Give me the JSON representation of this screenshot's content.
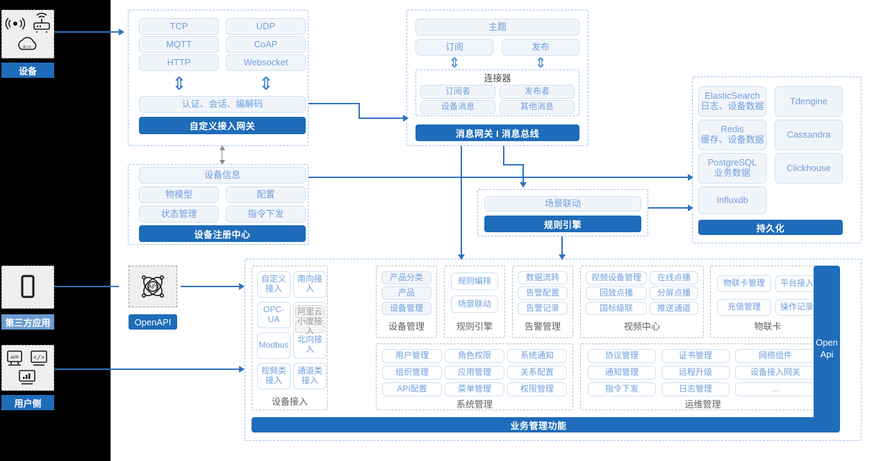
{
  "theme": {
    "primary": "#1f6cba",
    "accent_light": "#6b9bd2",
    "box_text": "#6f9ede",
    "caption": "#5f5f5f"
  },
  "left_rail": {
    "items": [
      {
        "label": "设备",
        "icons": [
          "wifi-signal-icon",
          "router-icon",
          "cloud-icon"
        ],
        "style": "solid"
      },
      {
        "label": "第三方应用",
        "icons": [
          "mobile-phone-icon"
        ],
        "style": "light"
      },
      {
        "label": "用户侧",
        "icons": [
          "app-window-icon",
          "code-window-icon",
          "dashboard-window-icon"
        ],
        "style": "solid"
      }
    ]
  },
  "openapi": {
    "icon": "api-network-icon",
    "label": "OpenAPI"
  },
  "open_api_vertical": {
    "line1": "Open",
    "line2": "Api"
  },
  "gateway": {
    "protocols": [
      "TCP",
      "UDP",
      "MQTT",
      "CoAP",
      "HTTP",
      "Websocket"
    ],
    "middle": "认证、会话、编解码",
    "title": "自定义接入网关"
  },
  "message_bus": {
    "topic": "主题",
    "subscribe": "订阅",
    "publish": "发布",
    "connector_title": "连接器",
    "connector_items": [
      "订阅者",
      "发布者",
      "设备消息",
      "其他消息"
    ],
    "title": "消息网关 I 消息总线"
  },
  "device_registry": {
    "info": "设备信息",
    "items": [
      "物模型",
      "配置",
      "状态管理",
      "指令下发"
    ],
    "title": "设备注册中心"
  },
  "rule_engine": {
    "scene": "场景联动",
    "title": "规则引擎"
  },
  "persistence": {
    "items": [
      {
        "name": "ElasticSearch",
        "desc": "日志、设备数据"
      },
      {
        "name": "Tdengine",
        "desc": ""
      },
      {
        "name": "Redis",
        "desc": "缓存、设备数据"
      },
      {
        "name": "Cassandra",
        "desc": ""
      },
      {
        "name": "PostgreSQL",
        "desc": "业务数据"
      },
      {
        "name": "Clickhouse",
        "desc": ""
      },
      {
        "name": "Influxdb",
        "desc": ""
      }
    ],
    "title": "持久化"
  },
  "business": {
    "title": "业务管理功能",
    "device_access": {
      "caption": "设备接入",
      "left_col": [
        "自定义接入",
        "OPC-UA",
        "Modbus",
        "视频类接入"
      ],
      "right_top": "南向接入",
      "right_mid": {
        "sub": [
          "阿里云",
          "小度接入"
        ],
        "label": "北向接入"
      },
      "right_bottom": "通道类接入"
    },
    "groups": [
      {
        "caption": "设备管理",
        "items": [
          "产品分类",
          "产品",
          "设备管理"
        ],
        "cols": 1
      },
      {
        "caption": "规则引擎",
        "items": [
          "规则编排",
          "场景联动"
        ],
        "cols": 1
      },
      {
        "caption": "告警管理",
        "items": [
          "数据流转",
          "告警配置",
          "告警记录"
        ],
        "cols": 1
      },
      {
        "caption": "视频中心",
        "items": [
          "视频设备管理",
          "在线点播",
          "回放点播",
          "分屏点播",
          "国标级联",
          "推送通道"
        ],
        "cols": 2
      },
      {
        "caption": "物联卡",
        "items": [
          "物联卡管理",
          "平台接入",
          "充值管理",
          "操作记录"
        ],
        "cols": 2
      },
      {
        "caption": "系统管理",
        "items": [
          "用户管理",
          "角色权限",
          "系统通知",
          "组织管理",
          "应用管理",
          "关系配置",
          "API配置",
          "菜单管理",
          "权限管理"
        ],
        "cols": 3
      },
      {
        "caption": "运维管理",
        "items": [
          "协议管理",
          "证书管理",
          "网络组件",
          "通知管理",
          "远程升级",
          "设备接入网关",
          "指令下发",
          "日志管理",
          "..."
        ],
        "cols": 3
      }
    ]
  }
}
